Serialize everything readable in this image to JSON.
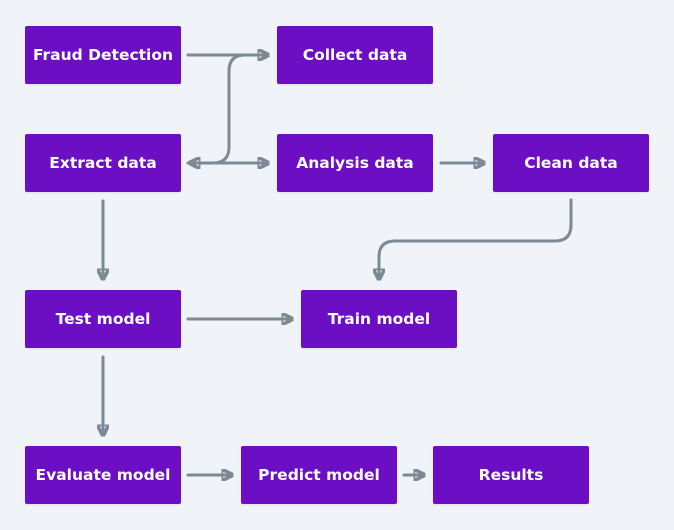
{
  "colors": {
    "background": "#f0f3f7",
    "node_fill": "#6c0fc4",
    "node_text": "#ffffff",
    "connector": "#7d8a96"
  },
  "nodes": {
    "fraud_detection": "Fraud Detection",
    "collect_data": "Collect data",
    "extract_data": "Extract data",
    "analysis_data": "Analysis data",
    "clean_data": "Clean data",
    "test_model": "Test model",
    "train_model": "Train model",
    "evaluate_model": "Evaluate model",
    "predict_model": "Predict model",
    "results": "Results"
  }
}
